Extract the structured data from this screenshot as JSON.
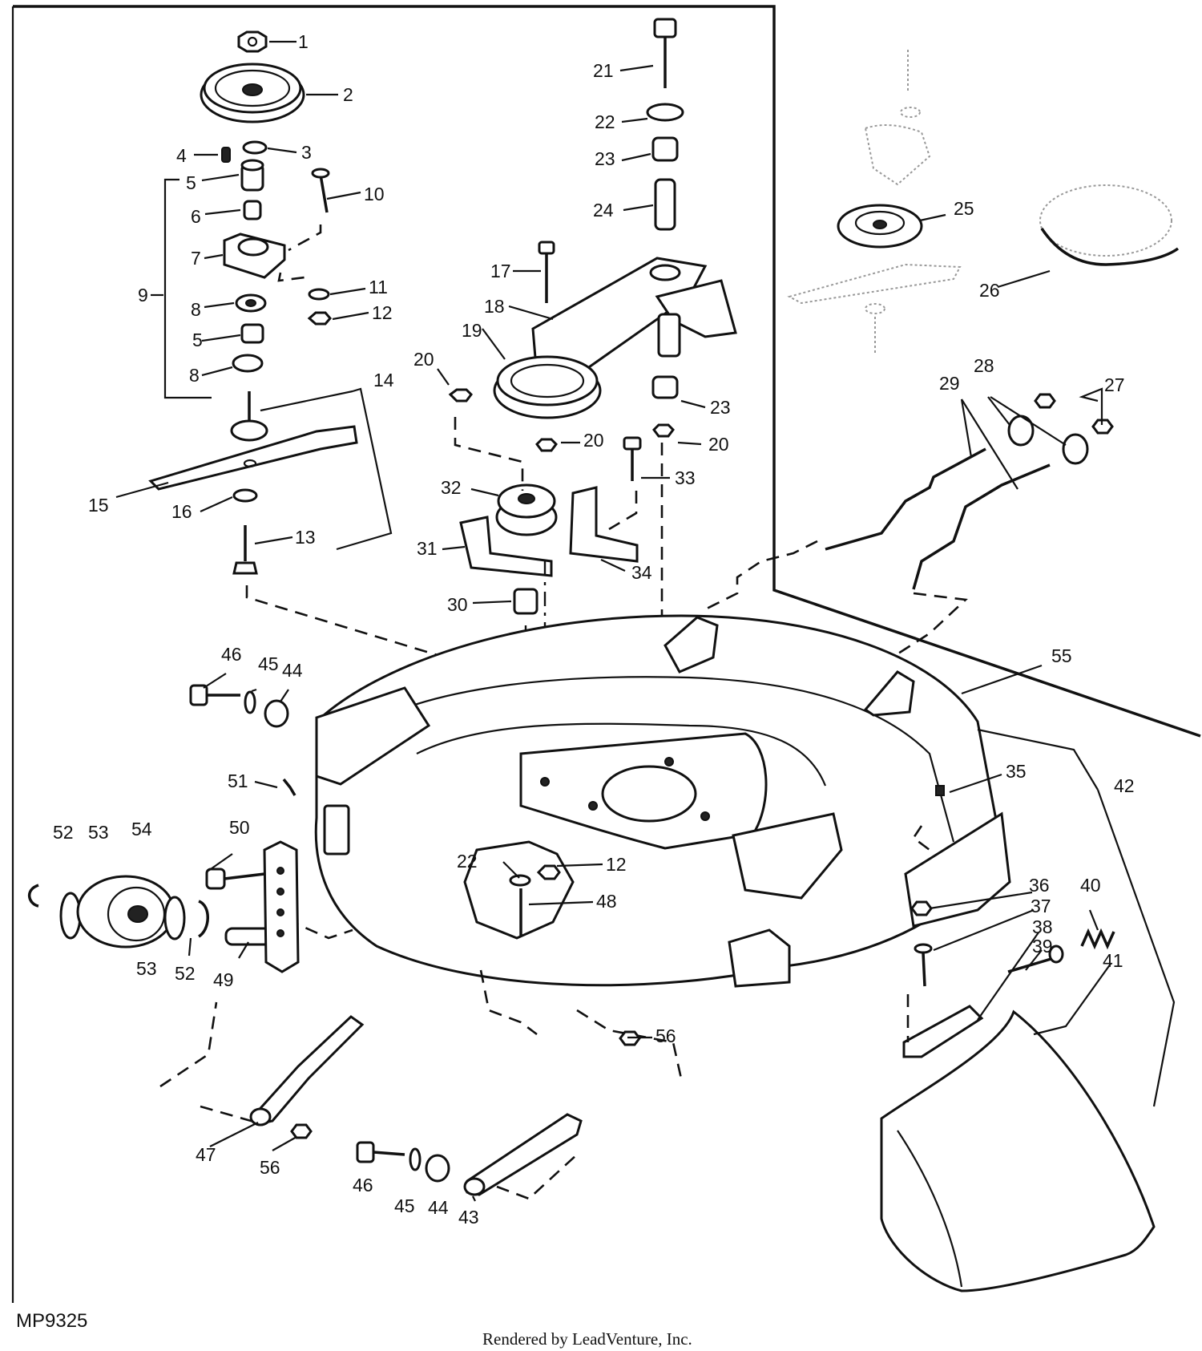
{
  "diagram": {
    "drawing_code": "MP9325",
    "footer": "Rendered by LeadVenture, Inc.",
    "callouts": [
      "1",
      "2",
      "3",
      "4",
      "5",
      "5",
      "6",
      "7",
      "8",
      "8",
      "9",
      "10",
      "11",
      "12",
      "12",
      "13",
      "14",
      "15",
      "16",
      "17",
      "18",
      "19",
      "20",
      "20",
      "20",
      "21",
      "22",
      "22",
      "23",
      "23",
      "24",
      "25",
      "26",
      "27",
      "28",
      "29",
      "30",
      "31",
      "32",
      "33",
      "34",
      "35",
      "36",
      "37",
      "38",
      "39",
      "40",
      "41",
      "42",
      "43",
      "44",
      "44",
      "45",
      "45",
      "46",
      "46",
      "47",
      "48",
      "49",
      "50",
      "51",
      "52",
      "52",
      "53",
      "53",
      "54",
      "55",
      "56",
      "56"
    ]
  }
}
